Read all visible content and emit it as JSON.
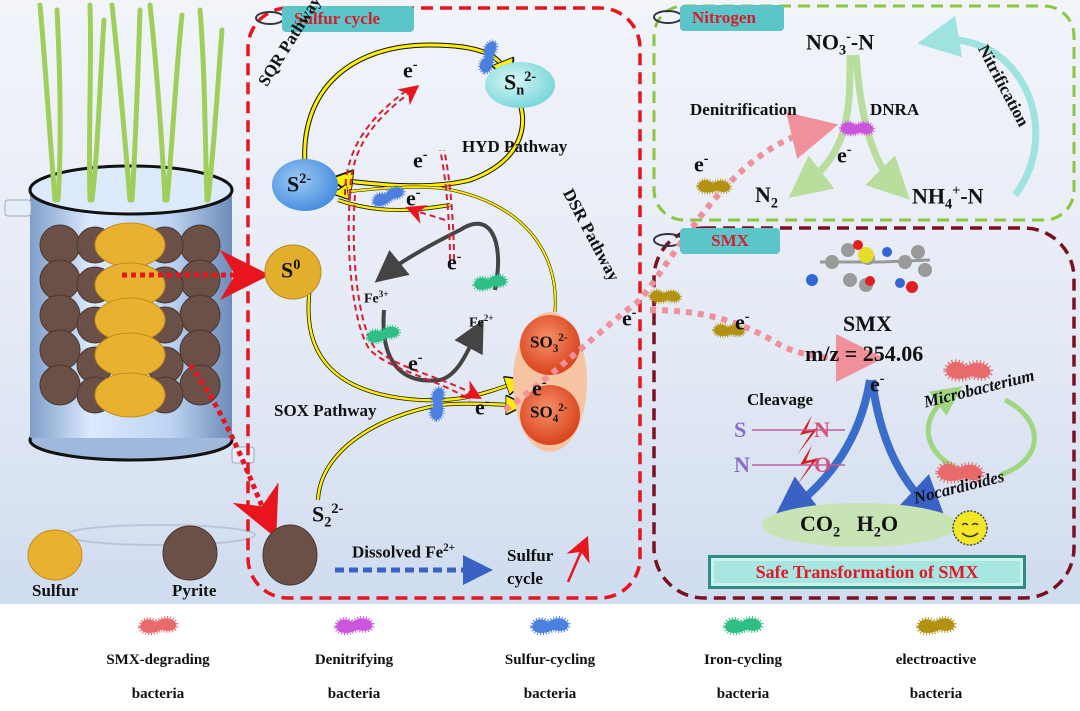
{
  "colors": {
    "sulfur_box": "#e8141e",
    "nitrogen_box": "#8cc63f",
    "smx_box": "#7a1020",
    "tag_bg": "#5cc5c9",
    "tag_text": "#d2202f",
    "pathway_yellow": "#ffee00",
    "electron_arrow": "#f0909a",
    "smx_bacteria": "#e96a6a",
    "denitrifying_bacteria": "#cc55dd",
    "sulfur_bacteria": "#4b7fe0",
    "iron_bacteria": "#2fbf85",
    "electroactive_bacteria": "#b39212"
  },
  "reactor": {
    "sulfur_label": "Sulfur",
    "pyrite_label": "Pyrite"
  },
  "sulfur_cycle": {
    "tag": "Sulfur cycle",
    "species": {
      "sn": "S",
      "sn_sub": "n",
      "sn_sup": "2-",
      "s2": "S",
      "s2_sup": "2-",
      "s0": "S",
      "s0_sup": "0",
      "so3": "SO",
      "so3_sub": "3",
      "so3_sup": "2-",
      "so4": "SO",
      "so4_sub": "4",
      "so4_sup": "2-",
      "s22": "S",
      "s22_sub": "2",
      "s22_sup": "2-",
      "fe3": "Fe",
      "fe3_sup": "3+",
      "fe2": "Fe",
      "fe2_sup": "2+"
    },
    "pathways": {
      "sqr": "SQR Pathway",
      "hyd": "HYD Pathway",
      "dsr": "DSR Pathway",
      "sox": "SOX Pathway"
    },
    "electron": "e",
    "electron_sup": "-",
    "dissolved": "Dissolved Fe",
    "dissolved_sup": "2+",
    "cycle_line1": "Sulfur",
    "cycle_line2": "cycle"
  },
  "nitrogen_cycle": {
    "tag": "Nitrogen",
    "no3": "NO",
    "no3_sub": "3",
    "no3_sup": "-",
    "no3_suffix": "-N",
    "n2": "N",
    "n2_sub": "2",
    "nh4": "NH",
    "nh4_sub": "4",
    "nh4_sup": "+",
    "nh4_suffix": "-N",
    "denitrification": "Denitrification",
    "dnra": "DNRA",
    "nitrification": "Nitrification"
  },
  "smx_panel": {
    "tag": "SMX",
    "compound": "SMX",
    "mz": "m/z = 254.06",
    "cleavage": "Cleavage",
    "bond1_left": "S",
    "bond1_right": "N",
    "bond2_left": "N",
    "bond2_right": "O",
    "microbacterium": "Microbacterium",
    "nocardioides": "Nocardioides",
    "co2": "CO",
    "co2_sub": "2",
    "h2o_a": "H",
    "h2o_sub": "2",
    "h2o_b": "O",
    "safe": "Safe Transformation of SMX"
  },
  "legend": [
    {
      "line1": "SMX-degrading",
      "line2": "bacteria",
      "color": "#e96a6a"
    },
    {
      "line1": "Denitrifying",
      "line2": "bacteria",
      "color": "#cc55dd"
    },
    {
      "line1": "Sulfur-cycling",
      "line2": "bacteria",
      "color": "#4b7fe0"
    },
    {
      "line1": "Iron-cycling",
      "line2": "bacteria",
      "color": "#2fbf85"
    },
    {
      "line1": "electroactive",
      "line2": "bacteria",
      "color": "#b39212"
    }
  ]
}
